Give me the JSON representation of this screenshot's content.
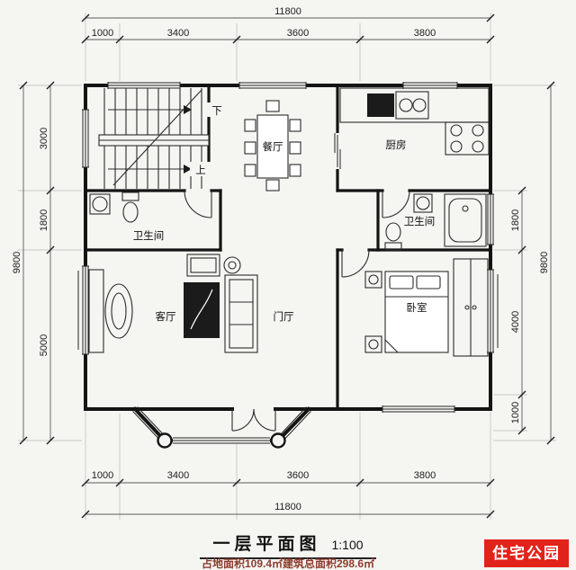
{
  "colors": {
    "subtitle": "#8d3c2f",
    "watermark_bg": "#e2231a",
    "watermark_text": "#ffffff",
    "line": "#141414"
  },
  "title": {
    "name": "一层平面图",
    "scale": "1:100"
  },
  "subtitle": "占地面积109.4㎡建筑总面积298.6㎡",
  "watermark": {
    "text": "住宅公园"
  },
  "dims": {
    "top": {
      "total": "11800",
      "segments": [
        "1000",
        "3400",
        "3600",
        "3800"
      ]
    },
    "bottom": {
      "total": "11800",
      "segments": [
        "1000",
        "3400",
        "3600",
        "3800"
      ]
    },
    "left": {
      "total": "9800",
      "segments": [
        "3000",
        "1800",
        "5000"
      ]
    },
    "right": {
      "total": "9800",
      "segments": [
        "1800",
        "4000",
        "1000"
      ]
    }
  },
  "rooms": {
    "dining": "餐厅",
    "kitchen": "厨房",
    "bath_left": "卫生间",
    "bath_right": "卫生间",
    "living": "客厅",
    "foyer": "门厅",
    "bedroom": "卧室",
    "stair_down": "下",
    "stair_up": "上"
  }
}
